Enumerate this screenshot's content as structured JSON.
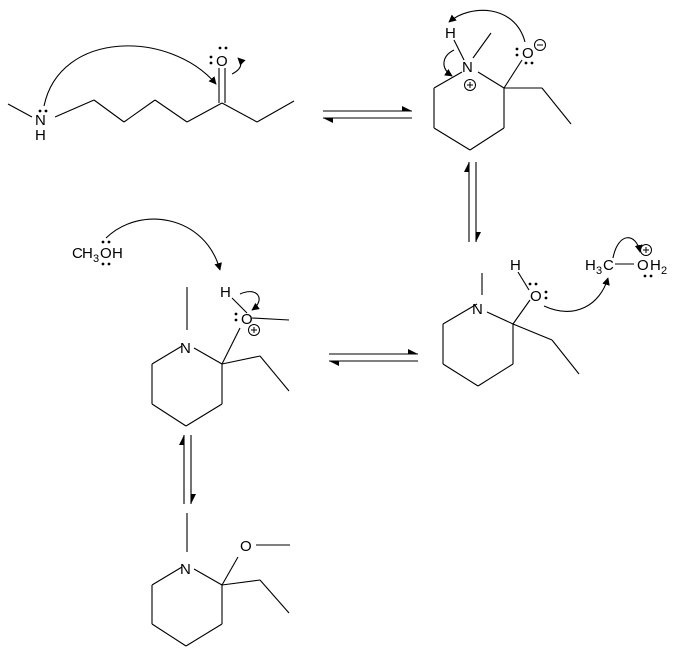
{
  "atoms": {
    "N": "N",
    "H": "H",
    "O": "O",
    "C": "C",
    "two": "2",
    "three": "3"
  }
}
